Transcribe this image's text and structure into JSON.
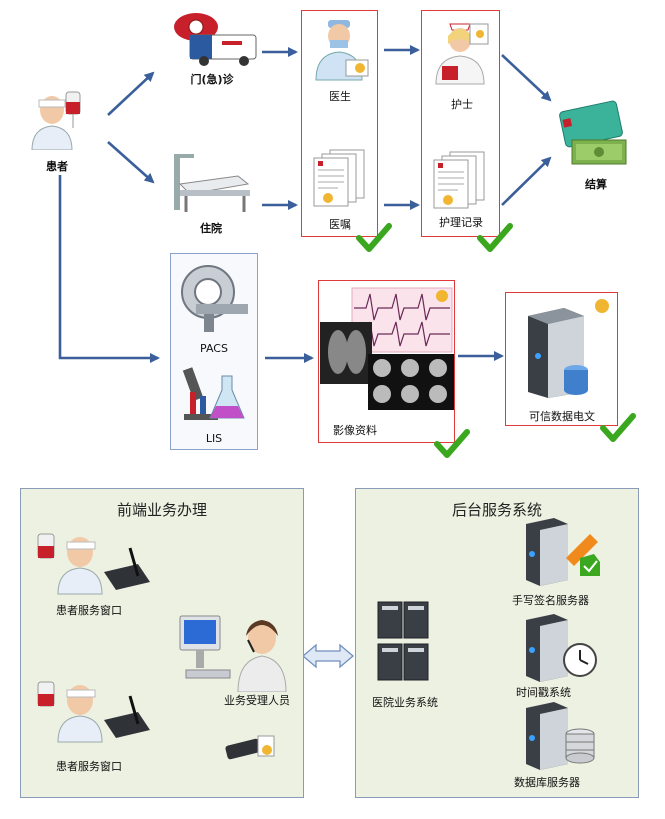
{
  "flow": {
    "patient": "患者",
    "outpatient": "门(急)诊",
    "inpatient": "住院",
    "doctor": "医生",
    "order": "医嘱",
    "nurse": "护士",
    "nursing_record": "护理记录",
    "settlement": "结算",
    "pacs": "PACS",
    "lis": "LIS",
    "imaging": "影像资料",
    "trusted_record": "可信数据电文"
  },
  "front": {
    "title": "前端业务办理",
    "window_top": "患者服务窗口",
    "window_bottom": "患者服务窗口",
    "staff": "业务受理人员"
  },
  "back": {
    "title": "后台服务系统",
    "hospital_system": "医院业务系统",
    "signature_server": "手写签名服务器",
    "timestamp": "时间戳系统",
    "database": "数据库服务器"
  },
  "colors": {
    "arrow": "#3a5f9a",
    "check": "#3aa71f",
    "red_frame": "#e03a3a",
    "panel_bg": "#edf1e2"
  }
}
